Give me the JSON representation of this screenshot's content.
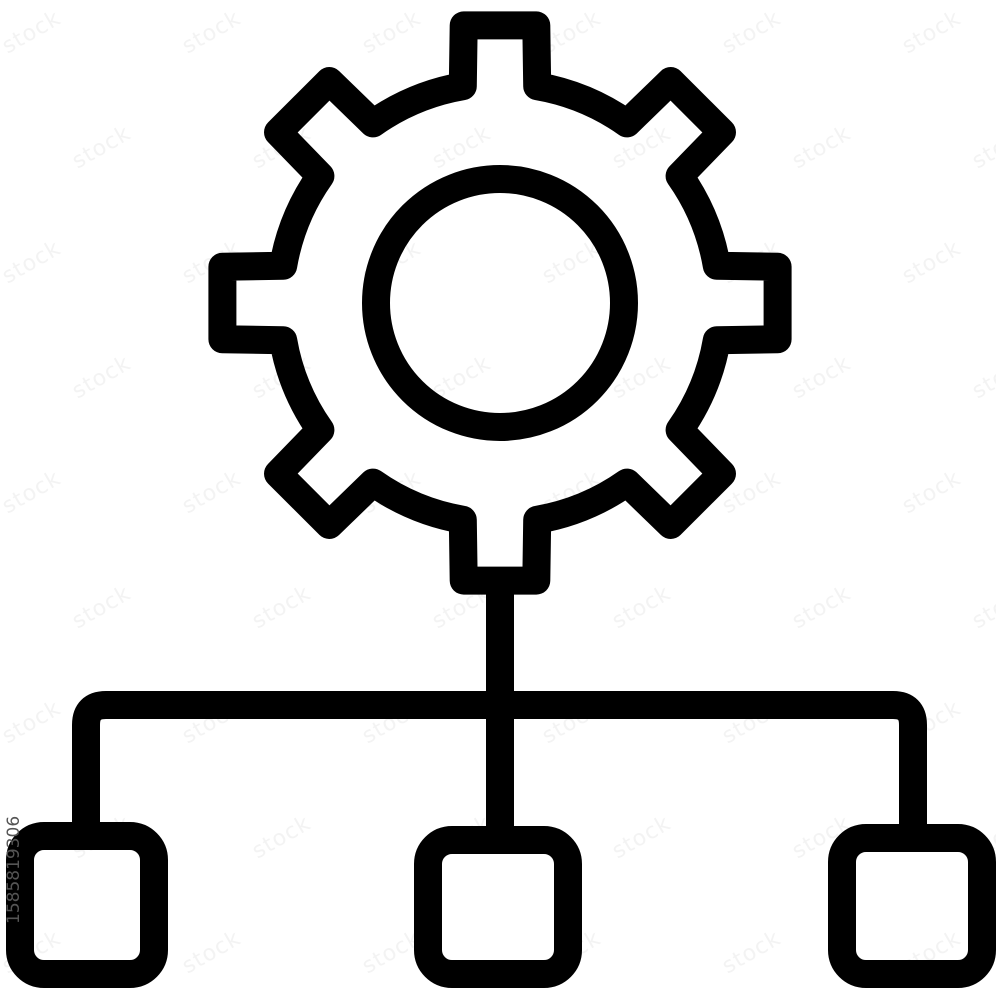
{
  "icon": {
    "name": "settings-network-hierarchy",
    "stroke_color": "#000000",
    "background_color": "#ffffff"
  },
  "watermark": {
    "text": "stock",
    "side_id": "1585819306"
  }
}
